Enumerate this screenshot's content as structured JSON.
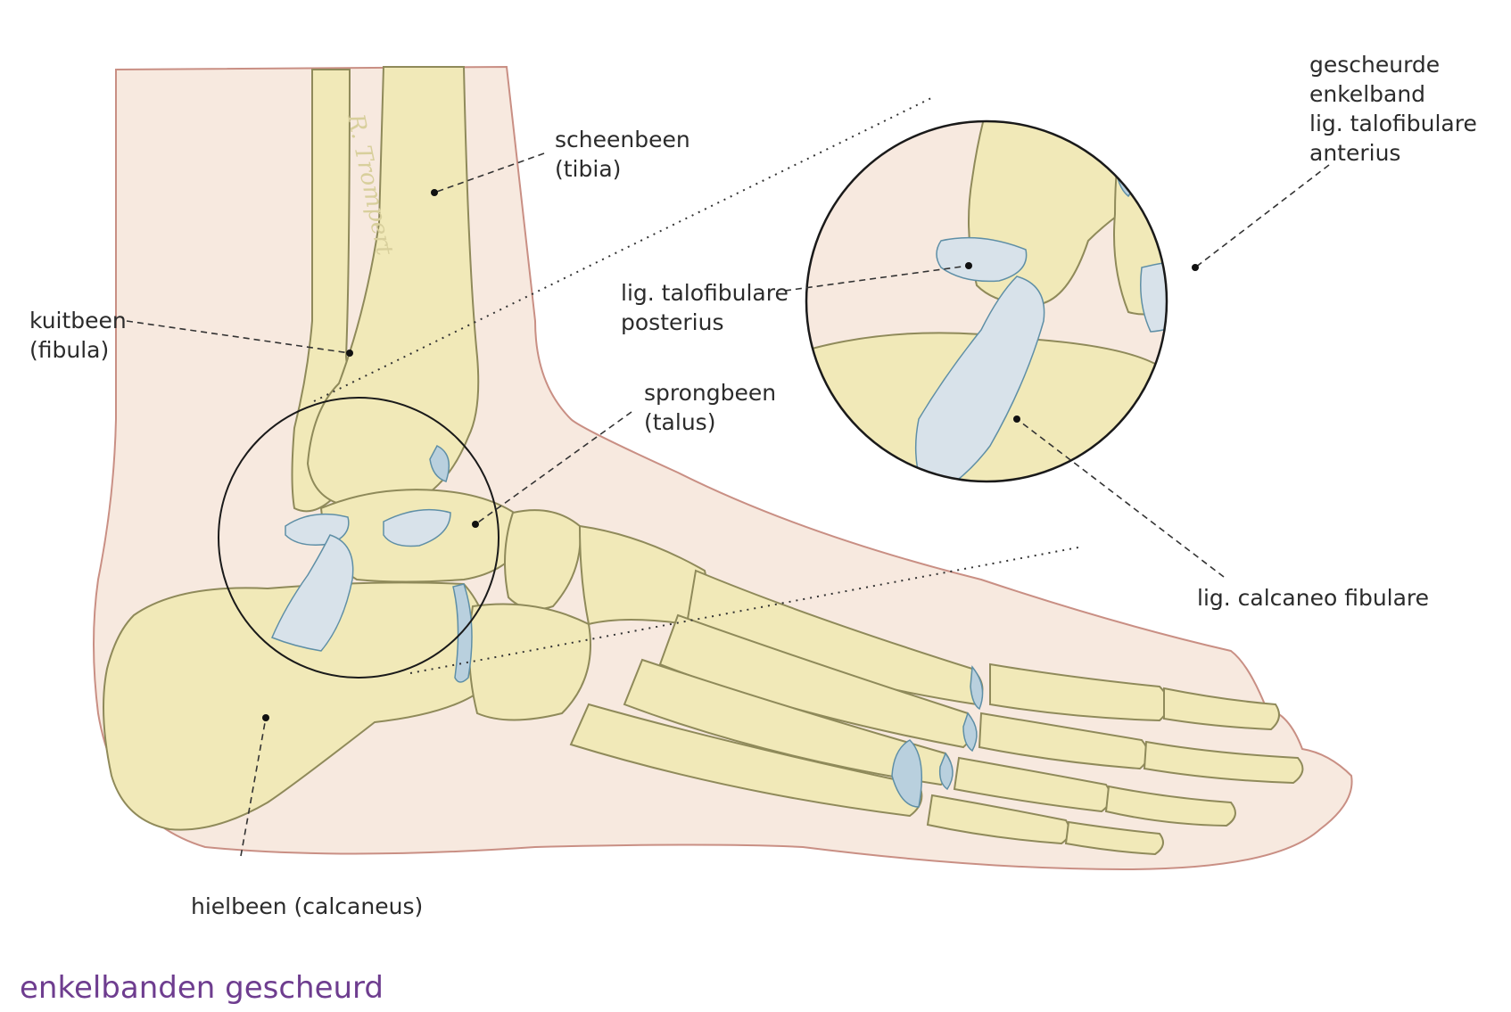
{
  "caption": "enkelbanden gescheurd",
  "signature": "R. Trompert",
  "colors": {
    "skin_fill": "#f7e9df",
    "skin_outline": "#c98f84",
    "bone_fill": "#f1e9b8",
    "bone_shadow": "#d9cc8a",
    "bone_outline": "#8f8a5a",
    "ligament_fill": "#d8e2ea",
    "ligament_outline": "#5f8fa6",
    "cartilage_fill": "#b9d0de",
    "tear_color": "#e0312b",
    "caption_color": "#6e3d8f",
    "leader_line": "#333333"
  },
  "labels": {
    "tibia": {
      "line1": "scheenbeen",
      "line2": "(tibia)"
    },
    "fibula": {
      "line1": "kuitbeen",
      "line2": "(fibula)"
    },
    "talus": {
      "line1": "sprongbeen",
      "line2": "(talus)"
    },
    "calcaneus": {
      "line1": "hielbeen (calcaneus)"
    },
    "lig_tfp": {
      "line1": "lig. talofibulare",
      "line2": "posterius"
    },
    "lig_cf": {
      "line1": "lig. calcaneo fibulare"
    },
    "lig_tfa": {
      "line1": "gescheurde",
      "line2": "enkelband",
      "line3": "lig. talofibulare",
      "line4": "anterius"
    }
  }
}
